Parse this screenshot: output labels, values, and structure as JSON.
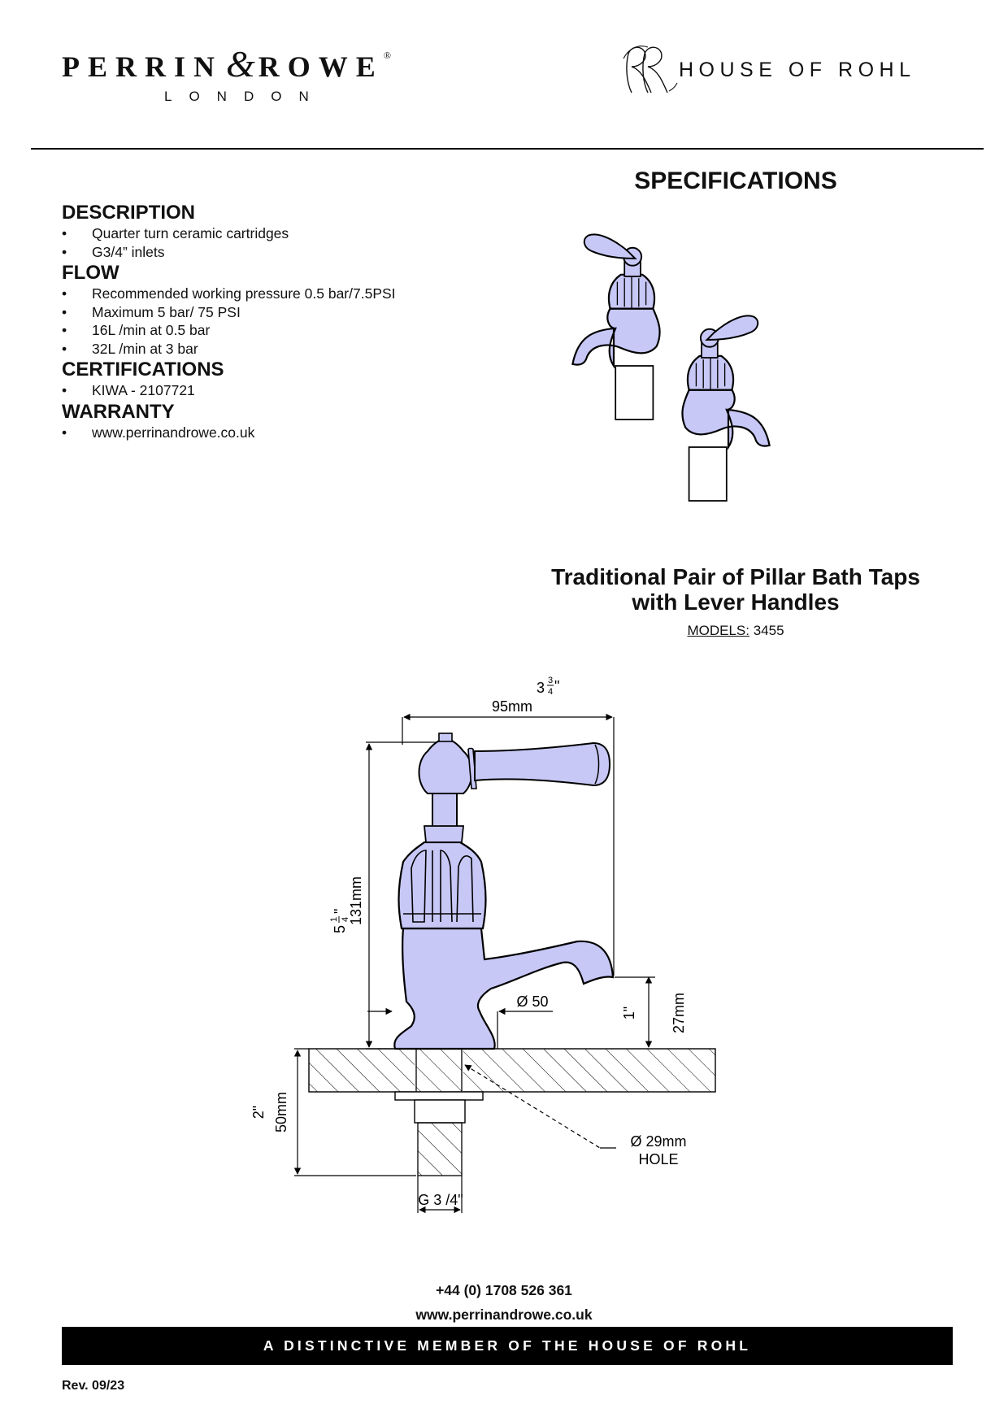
{
  "header": {
    "brand_name_left": "PERRIN",
    "brand_amp": "&",
    "brand_name_right": "ROWE",
    "brand_reg": "®",
    "brand_city": "LONDON",
    "partner_brand": "HOUSE OF ROHL",
    "partner_monogram": "RR"
  },
  "specifications_title": "SPECIFICATIONS",
  "specs": [
    {
      "heading": "DESCRIPTION",
      "items": [
        "Quarter turn ceramic cartridges",
        "G3/4” inlets"
      ]
    },
    {
      "heading": "FLOW",
      "items": [
        "Recommended working pressure 0.5 bar/7.5PSI",
        "Maximum 5 bar/ 75 PSI",
        "16L /min at 0.5 bar",
        "32L /min at 3 bar"
      ]
    },
    {
      "heading": "CERTIFICATIONS",
      "items": [
        "KIWA - 2107721"
      ]
    },
    {
      "heading": "WARRANTY",
      "items": [
        "www.perrinandrowe.co.uk"
      ]
    }
  ],
  "product": {
    "title_line1": "Traditional Pair of Pillar Bath Taps",
    "title_line2": "with Lever Handles",
    "models_label": "MODELS:",
    "models_value": "3455"
  },
  "diagram": {
    "width_in": "3",
    "width_frac_num": "3",
    "width_frac_den": "4",
    "width_frac_suffix": "\"",
    "width_mm": "95mm",
    "height_in": "5",
    "height_frac_num": "1",
    "height_frac_den": "4",
    "height_frac_suffix": "\"",
    "height_mm": "131mm",
    "base_diameter": "Ø 50",
    "spout_in": "1\"",
    "spout_mm": "27mm",
    "deck_in": "2\"",
    "deck_mm": "50mm",
    "hole_diameter": "Ø 29mm",
    "hole_label": "HOLE",
    "thread": "G 3 /4\""
  },
  "footer": {
    "phone": "+44 (0) 1708 526 361",
    "website": "www.perrinandrowe.co.uk",
    "tagline": "A DISTINCTIVE MEMBER OF THE HOUSE OF ROHL",
    "revision": "Rev. 09/23"
  },
  "colors": {
    "tap_fill": "#c7c8f6",
    "outline": "#000000",
    "bar": "#000000"
  }
}
